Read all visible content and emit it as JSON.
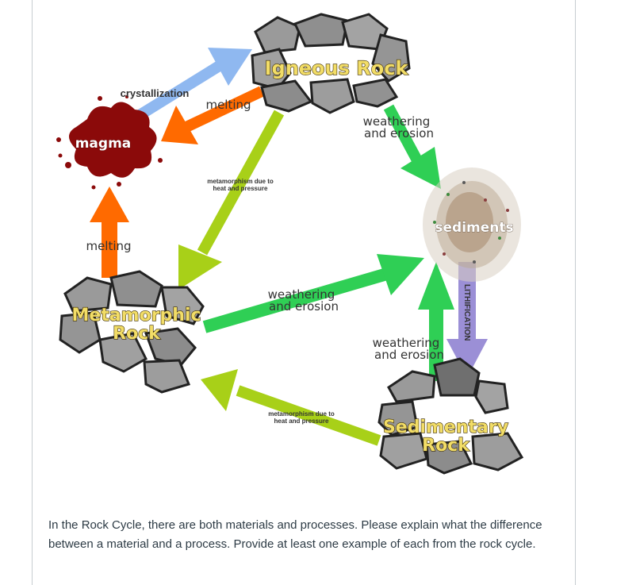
{
  "diagram": {
    "materials": {
      "igneous": "Igneous Rock",
      "magma": "magma",
      "sediments": "sediments",
      "metamorphic_line1": "Metamorphic",
      "metamorphic_line2": "Rock",
      "sedimentary_line1": "Sedimentary",
      "sedimentary_line2": "Rock"
    },
    "processes": {
      "crystallization": "crystallization",
      "melting_top": "melting",
      "melting_left": "melting",
      "weathering_top_1": "weathering",
      "weathering_top_2": "and erosion",
      "weathering_mid_1": "weathering",
      "weathering_mid_2": "and erosion",
      "weathering_right_1": "weathering",
      "weathering_right_2": "and erosion",
      "metamorphism_top_1": "metamorphism due to",
      "metamorphism_top_2": "heat and pressure",
      "metamorphism_bottom_1": "metamorphism due to",
      "metamorphism_bottom_2": "heat and pressure",
      "lithification": "LITHIFICATION"
    },
    "colors": {
      "crystallization_arrow": "#8fb8f0",
      "melting_arrow": "#ff6a00",
      "weathering_arrow": "#2fcf55",
      "metamorphism_arrow": "#a8d018",
      "lithification_arrow": "#9b8fd6",
      "magma": "#8b0a0a",
      "rock_fill": "#9a9a9a",
      "label_fill": "#f2dd67"
    }
  },
  "question": {
    "text": "In the Rock Cycle, there are both materials and processes.  Please explain what the difference between a material and a process.  Provide at least one example of each from the rock cycle."
  }
}
